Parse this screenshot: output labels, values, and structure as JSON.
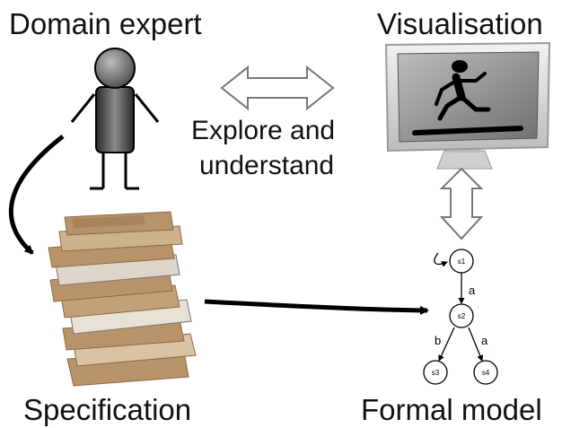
{
  "labels": {
    "domain_expert": "Domain expert",
    "visualisation": "Visualisation",
    "explore_line1": "Explore and",
    "explore_line2": "understand",
    "specification": "Specification",
    "formal_model": "Formal model"
  },
  "state_machine": {
    "states": [
      "s1",
      "s2",
      "s3",
      "s4"
    ],
    "transitions": [
      {
        "from": "s1",
        "to": "s2",
        "label": "a"
      },
      {
        "from": "s2",
        "to": "s3",
        "label": "b"
      },
      {
        "from": "s2",
        "to": "s4",
        "label": "a"
      }
    ]
  },
  "colors": {
    "figure_body": "#5a5a5a",
    "monitor_frame": "#d8d8d8",
    "screen": "#8f8f8f",
    "paper_brown": "#b8936a",
    "arrow": "#000000"
  },
  "icons": [
    "stick-figure",
    "computer-monitor",
    "document-stack",
    "double-arrow"
  ]
}
